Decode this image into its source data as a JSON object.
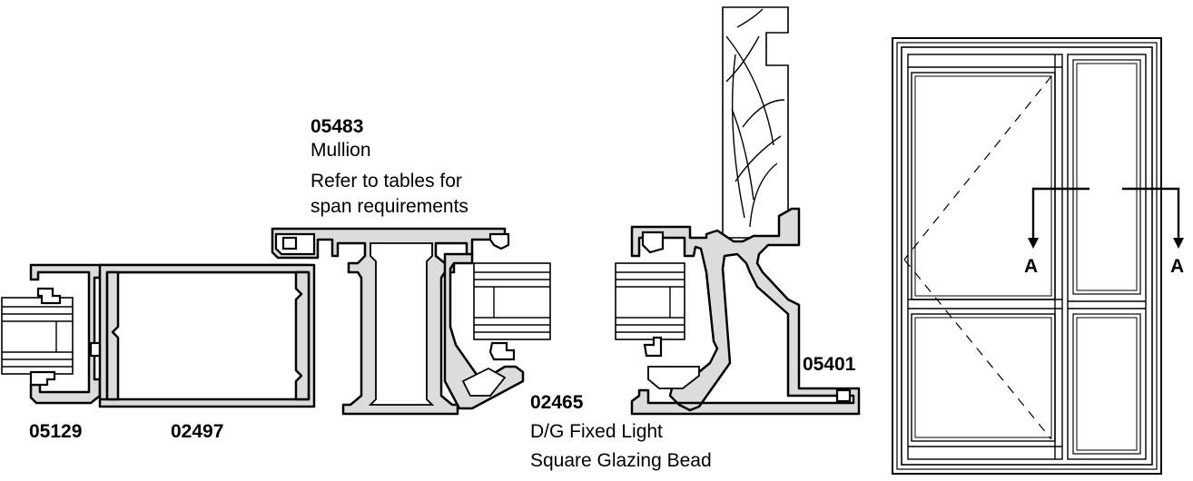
{
  "labels": {
    "mullion_code": "05483",
    "mullion_name": "Mullion",
    "mullion_note_1": "Refer to tables for",
    "mullion_note_2": "span requirements",
    "frame_code": "05129",
    "profile_code": "02497",
    "bead_code": "02465",
    "bead_desc_1": "D/G Fixed Light",
    "bead_desc_2": "Square Glazing Bead",
    "jamb_code": "05401"
  },
  "elevation": {
    "section_left": "A",
    "section_right": "A"
  },
  "colors": {
    "profile_fill": "#dcdcdc",
    "line": "#000000",
    "background": "#ffffff"
  }
}
